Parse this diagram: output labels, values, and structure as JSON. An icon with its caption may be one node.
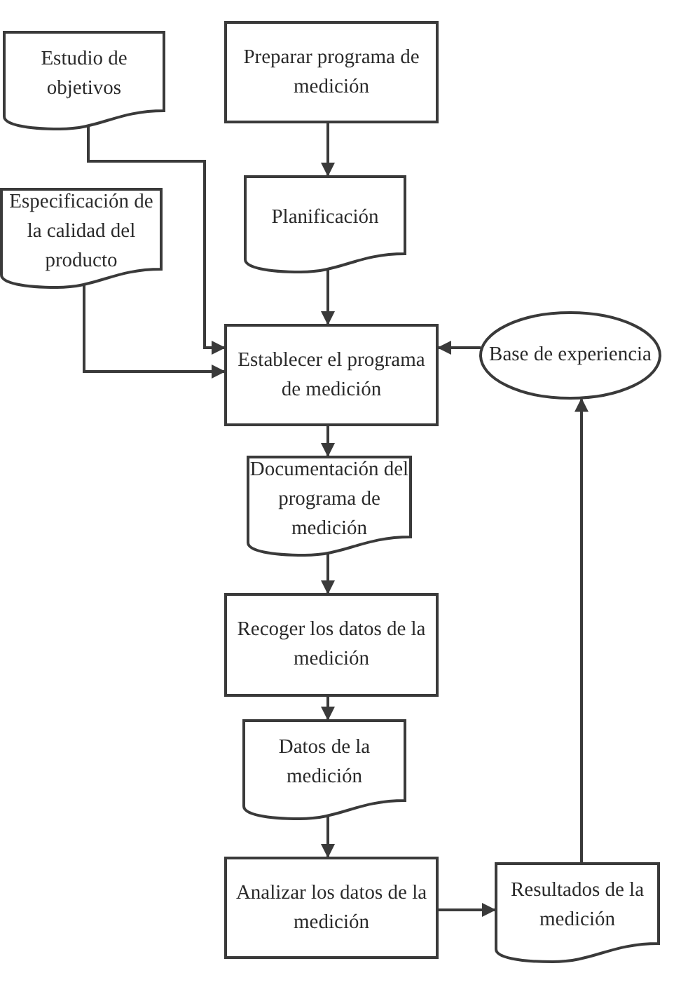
{
  "diagram": {
    "nodes": [
      {
        "text": [
          "Estudio de objetivos"
        ]
      },
      {
        "text": [
          "Preparar programa de medición"
        ]
      },
      {
        "text": [
          "Especificación de la calidad del producto"
        ]
      },
      {
        "text": [
          "Planificación"
        ]
      },
      {
        "text": [
          "Establecer el programa de medición"
        ]
      },
      {
        "text": [
          "Base de experiencia"
        ]
      },
      {
        "text": [
          "Documentación del programa de medición"
        ]
      },
      {
        "text": [
          "Recoger los datos de la medición"
        ]
      },
      {
        "text": [
          "Datos de la medición"
        ]
      },
      {
        "text": [
          "Analizar los datos de la medición"
        ]
      },
      {
        "text": [
          "Resultados de la medición"
        ]
      }
    ],
    "edges": [
      {
        "from": 0,
        "to": 4,
        "arrow": "to"
      },
      {
        "from": 1,
        "to": 3,
        "arrow": "to"
      },
      {
        "from": 2,
        "to": 4,
        "arrow": "to"
      },
      {
        "from": 3,
        "to": 4,
        "arrow": "to"
      },
      {
        "from": 5,
        "to": 4,
        "arrow": "to"
      },
      {
        "from": 4,
        "to": 6,
        "arrow": "to"
      },
      {
        "from": 6,
        "to": 7,
        "arrow": "to"
      },
      {
        "from": 7,
        "to": 8,
        "arrow": "to"
      },
      {
        "from": 8,
        "to": 9,
        "arrow": "to"
      },
      {
        "from": 9,
        "to": 10,
        "arrow": "to"
      },
      {
        "from": 10,
        "to": 5,
        "arrow": "to"
      }
    ]
  }
}
